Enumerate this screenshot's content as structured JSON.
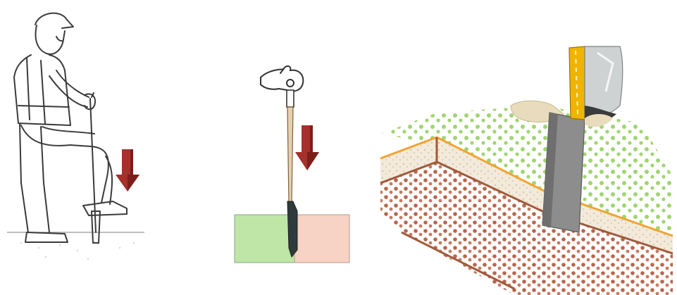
{
  "panels": [
    {
      "id": "worker-stepping-on-spade",
      "arrow": "down"
    },
    {
      "id": "hand-pressing-spade-into-soil",
      "arrow": "down"
    },
    {
      "id": "soil-layers-cross-section-with-blade"
    }
  ],
  "colors": {
    "arrow": "#a6302b",
    "arrow_dark": "#7c1f1b",
    "line_art": "#3a3a3a",
    "green_tile": "#bfe6a6",
    "pink_tile": "#f6d3c5",
    "handle_wood": "#e8cfae",
    "blade_gray": "#8d8d8d",
    "handle_yellow": "#f0b400",
    "topsoil_dots": "#9bd36a",
    "sand_layer": "#f3eadb",
    "gravel_dots": "#b9654b",
    "layer_edge_orange": "#f0a431",
    "layer_edge_brown": "#a05a3a"
  }
}
